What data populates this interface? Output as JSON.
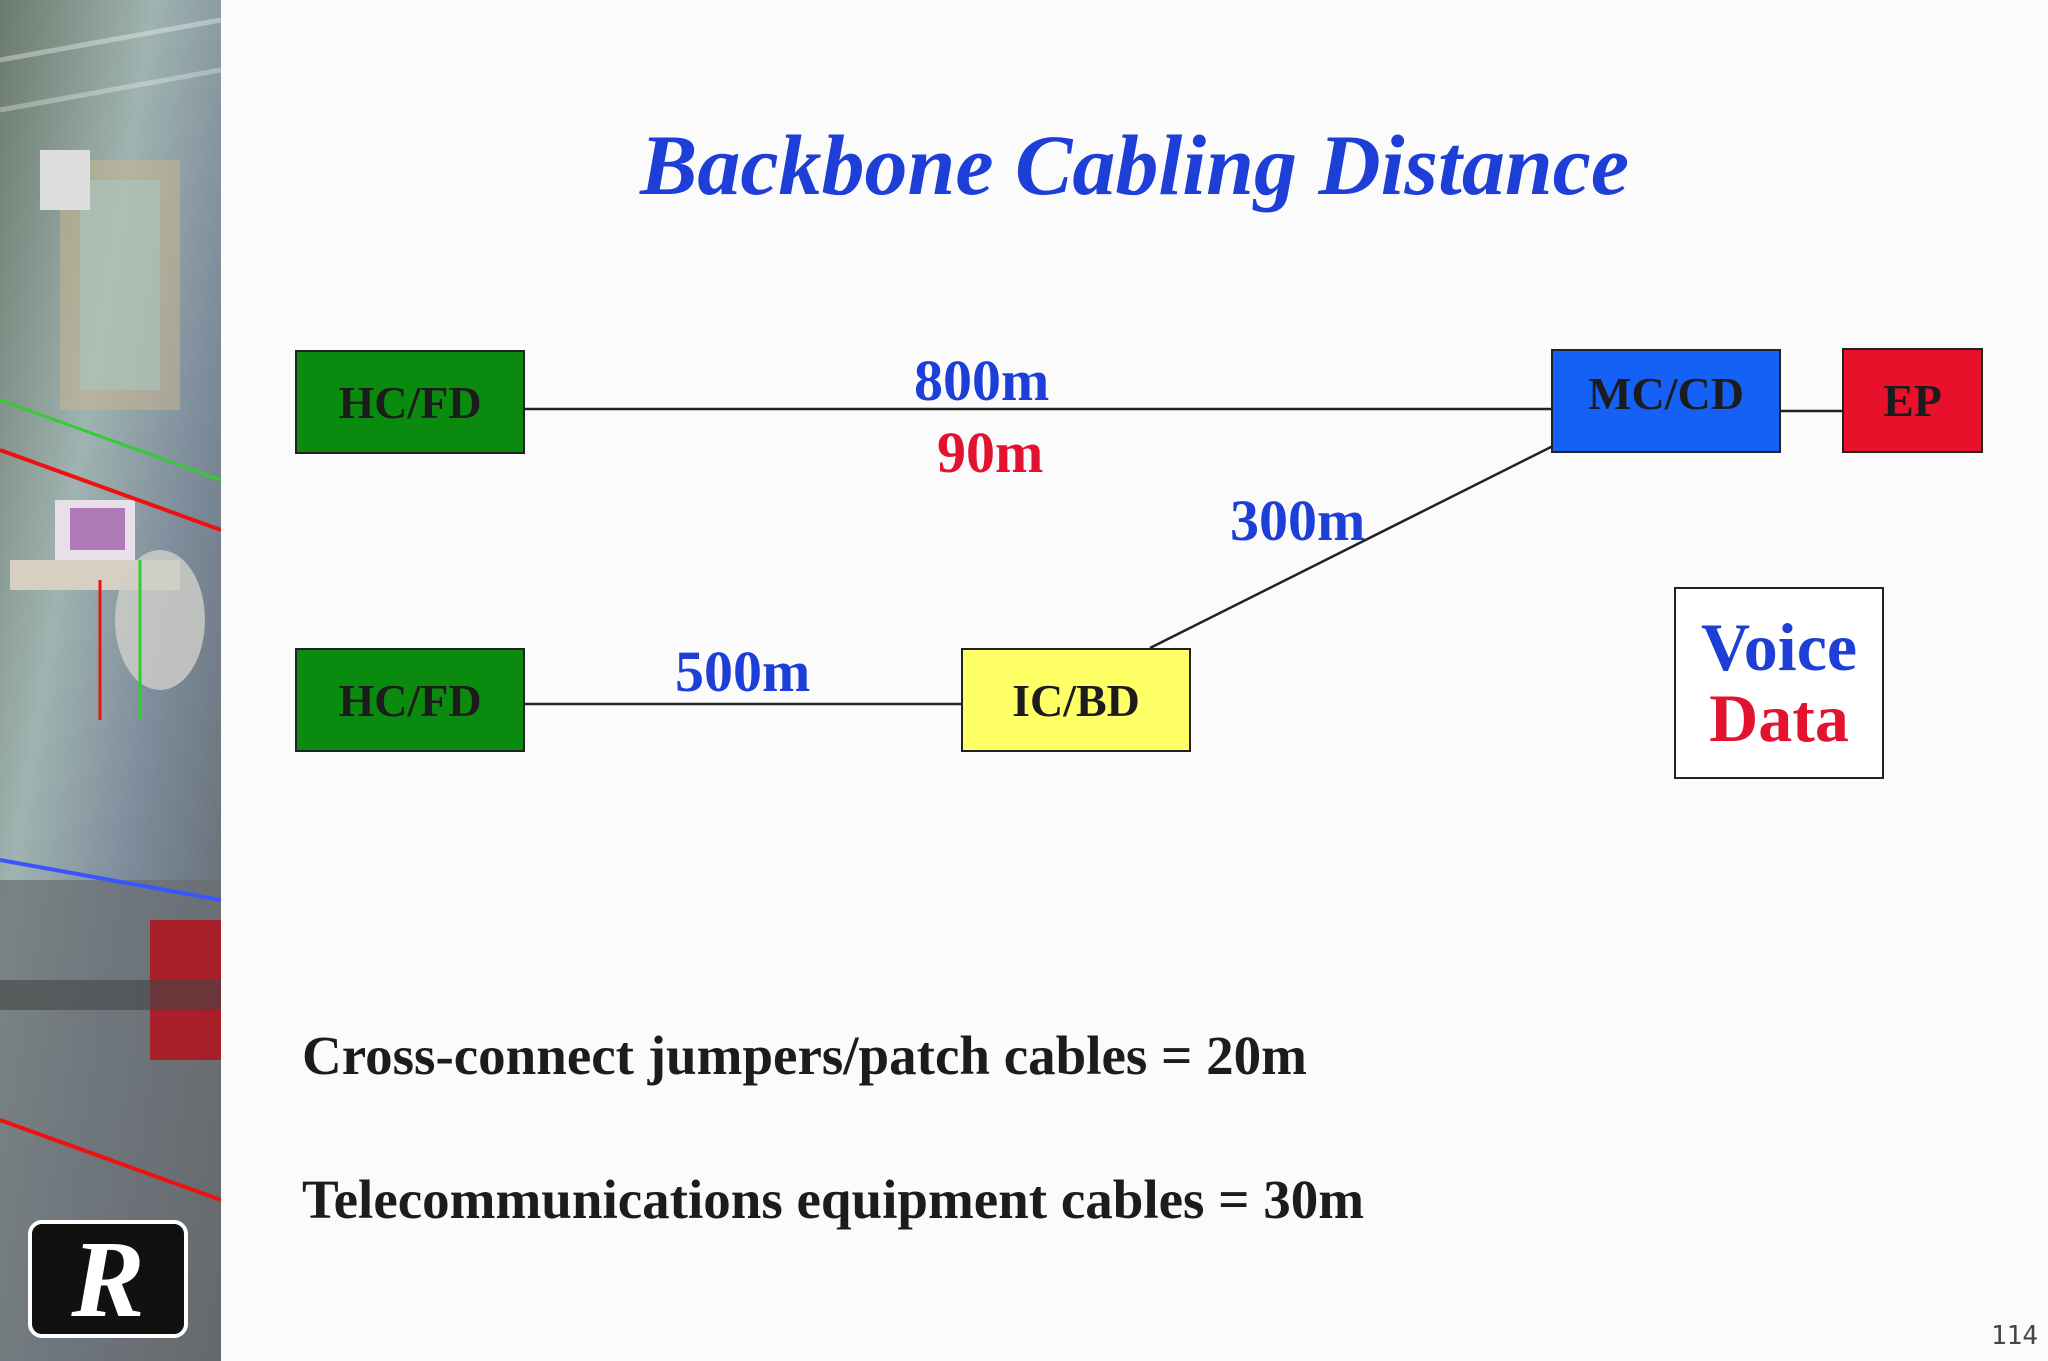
{
  "slide": {
    "title": "Backbone Cabling Distance",
    "page_number": "114"
  },
  "logo": {
    "text": "R"
  },
  "nodes": {
    "hc_fd_top": {
      "label": "HC/FD",
      "color": "#0a8a0f"
    },
    "hc_fd_bottom": {
      "label": "HC/FD",
      "color": "#0a8a0f"
    },
    "ic_bd": {
      "label": "IC/BD",
      "color": "#ffff66"
    },
    "mc_cd": {
      "label": "MC/CD",
      "color": "#1560f5"
    },
    "ep": {
      "label": "EP",
      "color": "#e8102a"
    }
  },
  "distances": {
    "top_voice": "800m",
    "top_data": "90m",
    "ic_to_mc": "300m",
    "hc_to_ic": "500m"
  },
  "legend": {
    "voice": "Voice",
    "data": "Data"
  },
  "notes": {
    "jumpers": "Cross-connect jumpers/patch cables = 20m",
    "equipment": "Telecommunications equipment cables = 30m"
  },
  "colors": {
    "voice": "#1d3fd8",
    "data": "#e3122e",
    "title": "#1d3fd8"
  }
}
